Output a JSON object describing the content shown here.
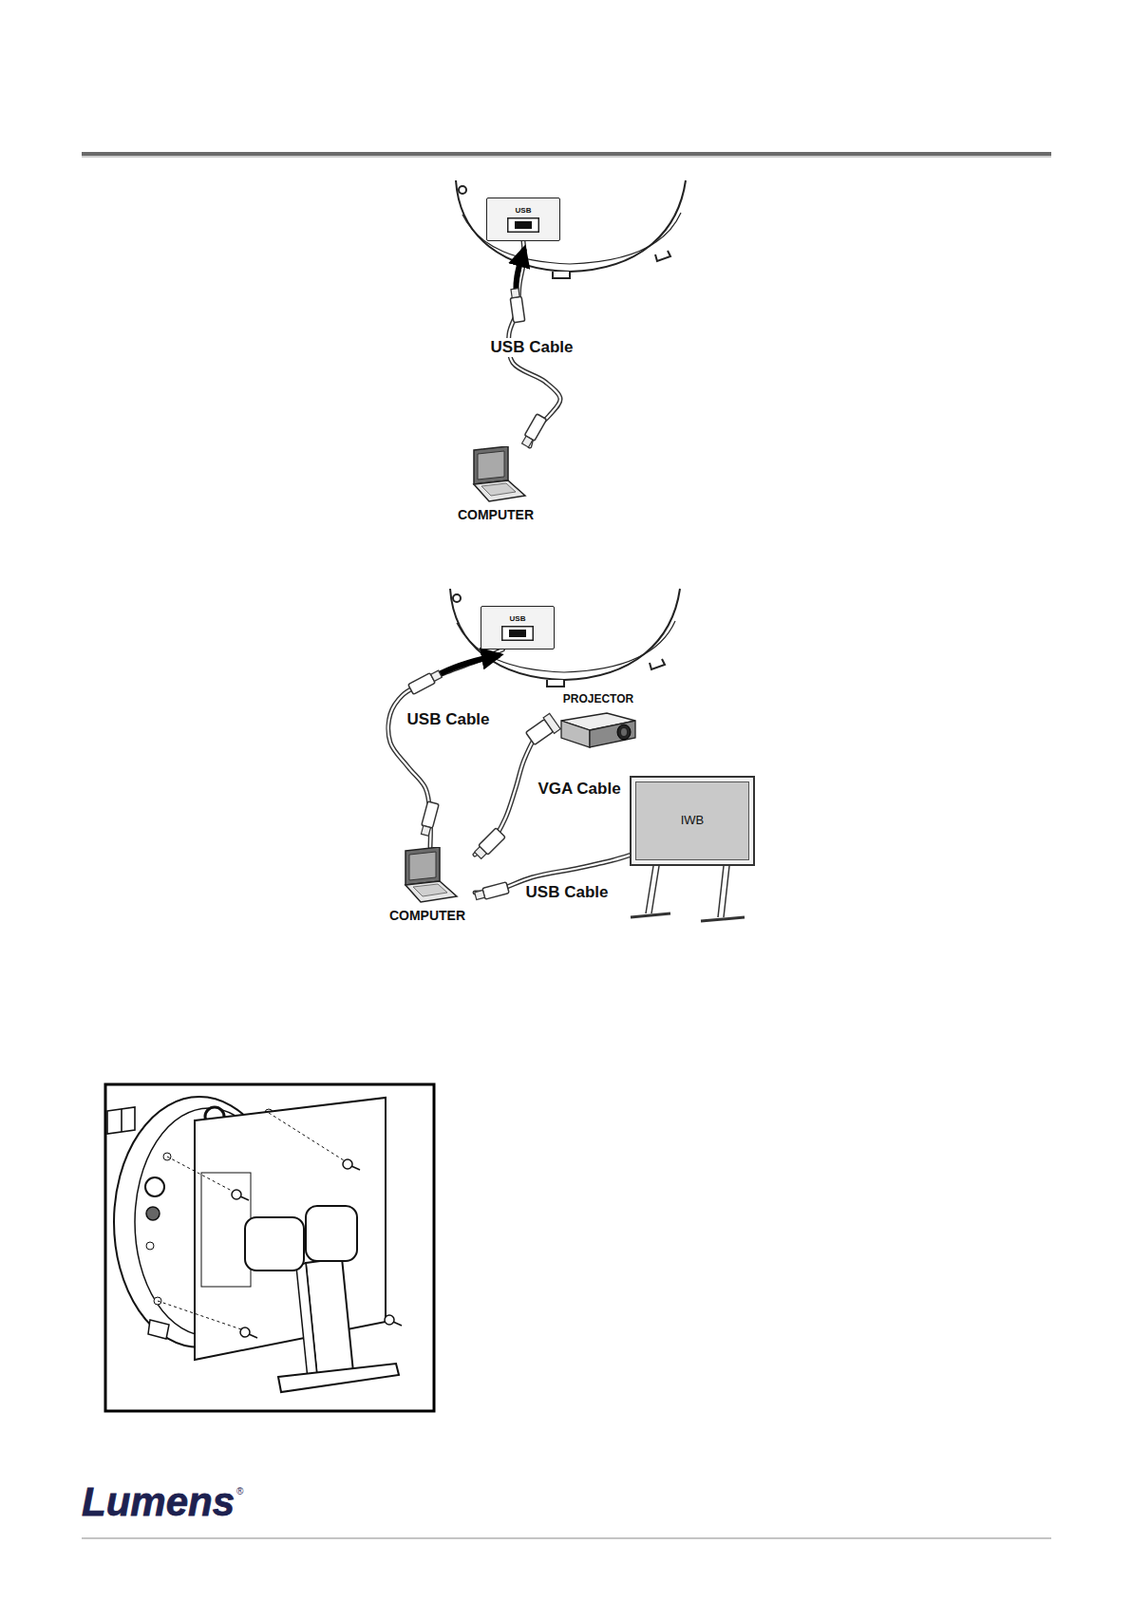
{
  "diagram": {
    "nodes": [
      {
        "text": [
          "USB"
        ]
      },
      {
        "text": [
          "COMPUTER"
        ]
      },
      {
        "text": [
          "USB"
        ]
      },
      {
        "text": [
          "PROJECTOR"
        ]
      },
      {
        "text": [
          "COMPUTER"
        ]
      },
      {
        "text": [
          "IWB"
        ]
      }
    ],
    "edges": [
      {
        "from": 0,
        "to": 1,
        "arrow": "none",
        "label": "USB Cable"
      },
      {
        "from": 2,
        "to": 4,
        "arrow": "none",
        "label": "USB Cable"
      },
      {
        "from": 4,
        "to": 3,
        "arrow": "none",
        "label": "VGA Cable"
      },
      {
        "from": 4,
        "to": 5,
        "arrow": "none",
        "label": "USB Cable"
      }
    ],
    "labels": [
      "Lumens",
      "®"
    ]
  }
}
